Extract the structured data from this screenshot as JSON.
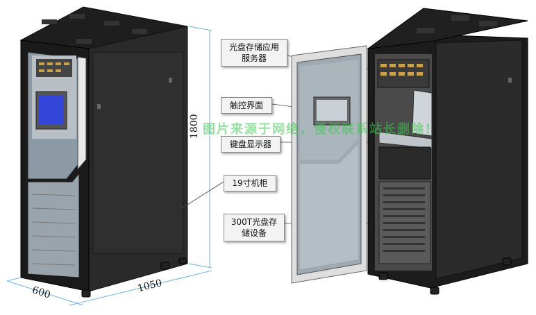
{
  "labels": {
    "optical_server": "光盘存储应用服务器",
    "touch_interface": "触控界面",
    "keyboard_display": "键盘显示器",
    "cabinet_19": "19寸机柜",
    "storage_300t": "300T光盘存储设备"
  },
  "dimensions": {
    "height": "1800",
    "width": "600",
    "depth": "1050"
  },
  "watermark": "图片来源于网络，侵权联系站长删除！",
  "colors": {
    "cabinet_body": "#2b2b2b",
    "cabinet_dark": "#161616",
    "dimension_line": "#6fb3e6",
    "screen_blue": "#3346d8",
    "watermark": "#3cc850"
  }
}
